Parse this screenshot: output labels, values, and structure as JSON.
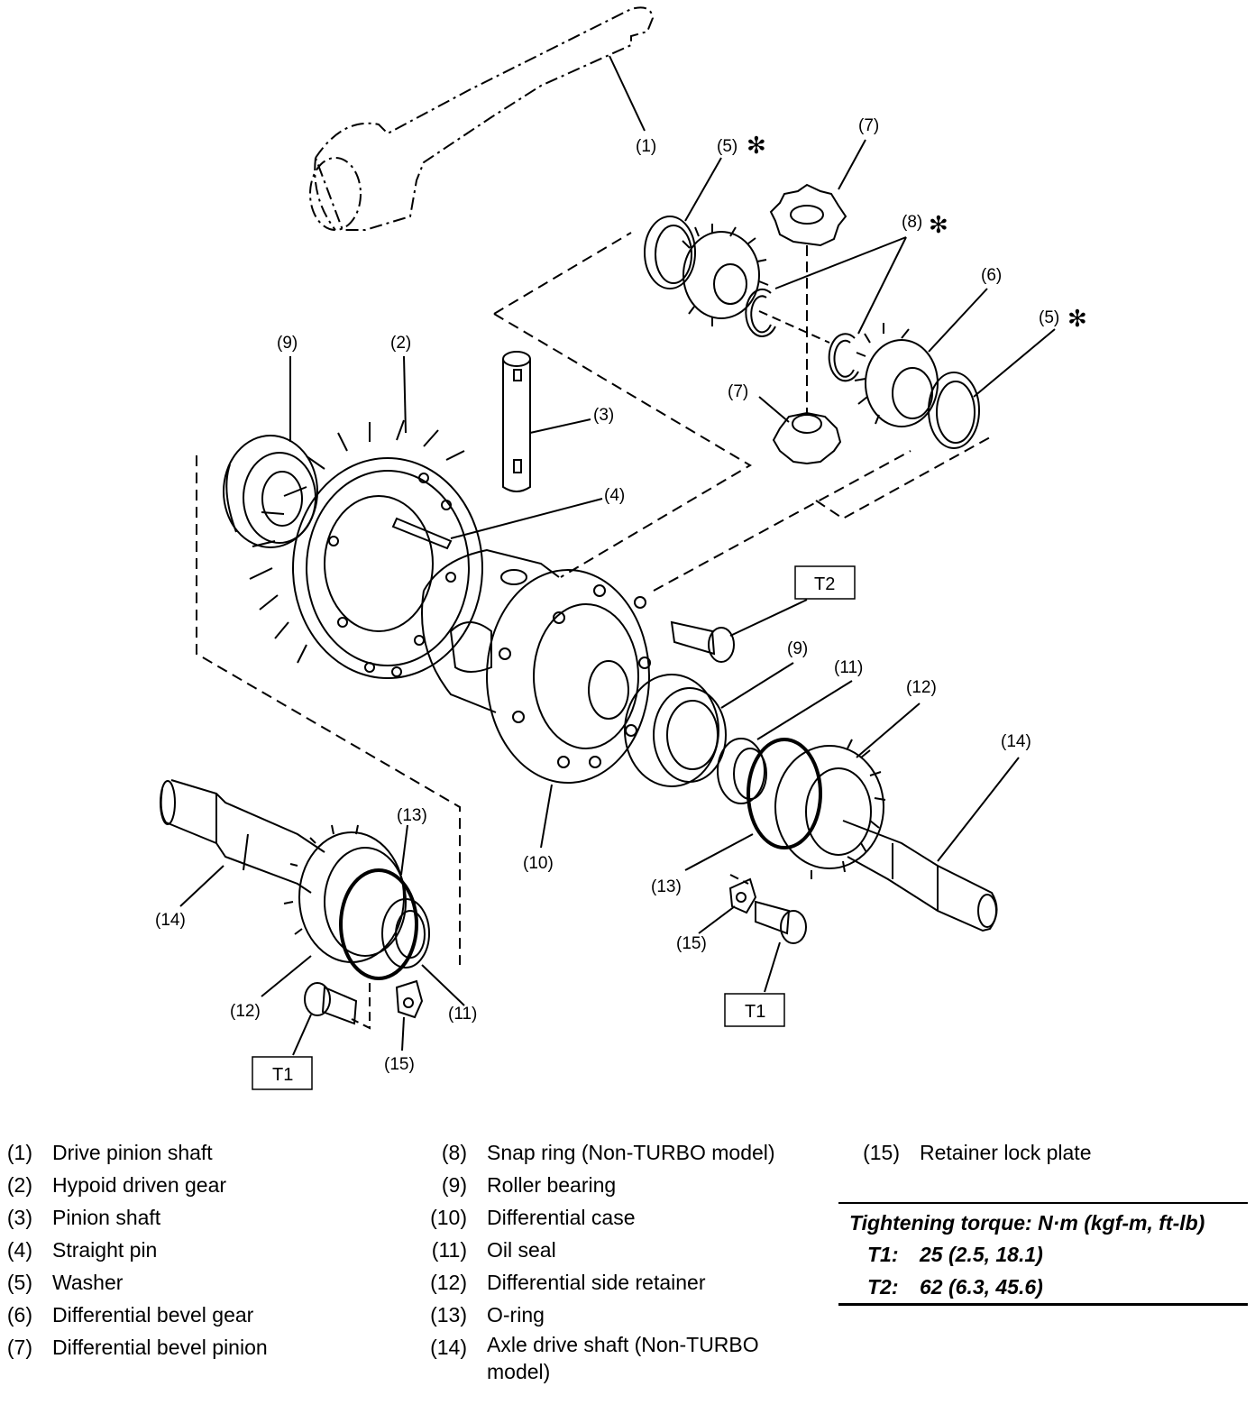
{
  "callouts": {
    "c1": "(1)",
    "c2": "(2)",
    "c3": "(3)",
    "c4": "(4)",
    "c5a": "(5)",
    "c5b": "(5)",
    "c6": "(6)",
    "c7a": "(7)",
    "c7b": "(7)",
    "c8": "(8)",
    "c9a": "(9)",
    "c9b": "(9)",
    "c10": "(10)",
    "c11a": "(11)",
    "c11b": "(11)",
    "c12a": "(12)",
    "c12b": "(12)",
    "c13a": "(13)",
    "c13b": "(13)",
    "c14a": "(14)",
    "c14b": "(14)",
    "c15a": "(15)",
    "c15b": "(15)",
    "star": "✻",
    "t1a": "T1",
    "t1b": "T1",
    "t2": "T2"
  },
  "legend": {
    "col1": [
      {
        "num": "(1)",
        "label": "Drive pinion shaft"
      },
      {
        "num": "(2)",
        "label": "Hypoid driven gear"
      },
      {
        "num": "(3)",
        "label": "Pinion shaft"
      },
      {
        "num": "(4)",
        "label": "Straight pin"
      },
      {
        "num": "(5)",
        "label": "Washer"
      },
      {
        "num": "(6)",
        "label": "Differential bevel gear"
      },
      {
        "num": "(7)",
        "label": "Differential bevel pinion"
      }
    ],
    "col2": [
      {
        "num": "(8)",
        "label": "Snap ring (Non-TURBO model)"
      },
      {
        "num": "(9)",
        "label": "Roller bearing"
      },
      {
        "num": "(10)",
        "label": "Differential case"
      },
      {
        "num": "(11)",
        "label": "Oil seal"
      },
      {
        "num": "(12)",
        "label": "Differential side retainer"
      },
      {
        "num": "(13)",
        "label": "O-ring"
      },
      {
        "num": "(14)",
        "label": "Axle drive shaft (Non-TURBO model)"
      }
    ],
    "col3": [
      {
        "num": "(15)",
        "label": "Retainer lock plate"
      }
    ]
  },
  "torque": {
    "title": "Tightening torque: N·m (kgf-m, ft-lb)",
    "rows": [
      {
        "key": "T1:",
        "value": "25 (2.5, 18.1)"
      },
      {
        "key": "T2:",
        "value": "62 (6.3, 45.6)"
      }
    ]
  }
}
